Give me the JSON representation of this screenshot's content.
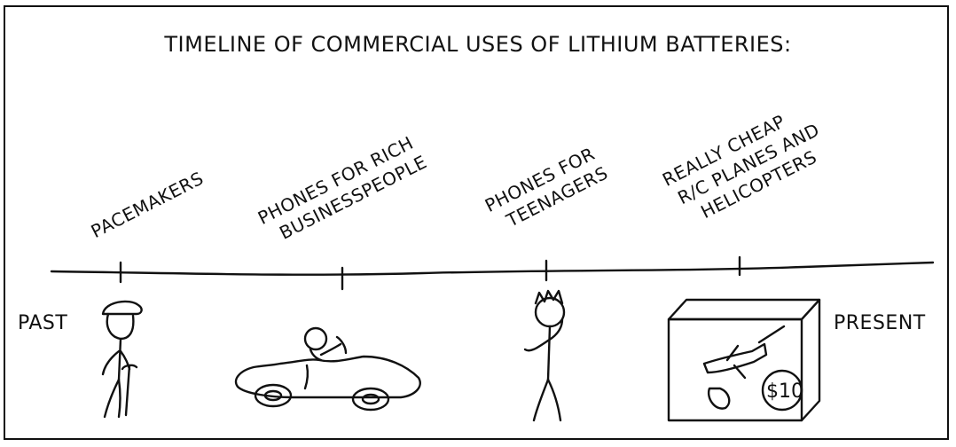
{
  "title": "TIMELINE OF COMMERCIAL USES OF LITHIUM BATTERIES:",
  "timeline": {
    "start_label": "PAST",
    "end_label": "PRESENT",
    "events": [
      {
        "lines": [
          "PACEMAKERS"
        ]
      },
      {
        "lines": [
          "PHONES FOR RICH",
          "BUSINESSPEOPLE"
        ]
      },
      {
        "lines": [
          "PHONES FOR",
          "TEENAGERS"
        ]
      },
      {
        "lines": [
          "REALLY CHEAP",
          "R/C PLANES AND",
          "HELICOPTERS"
        ]
      }
    ]
  },
  "box_price": "$10"
}
